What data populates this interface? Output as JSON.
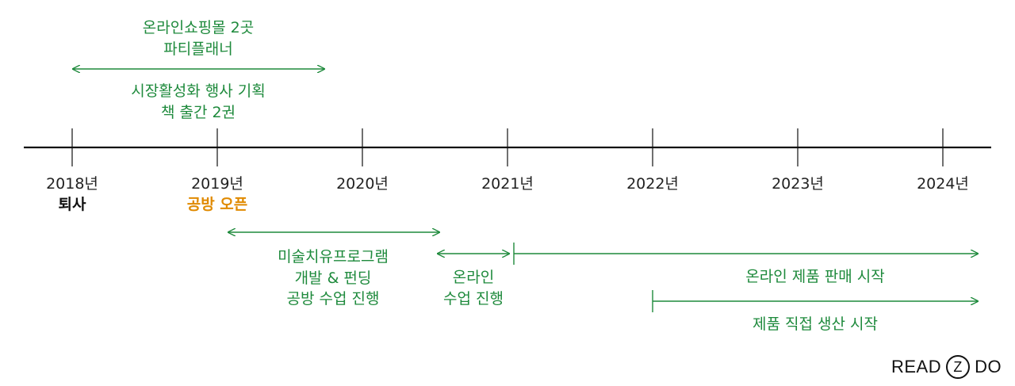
{
  "colors": {
    "accent": "#1e8a3c",
    "highlight": "#e08a00",
    "axis": "#111111"
  },
  "timeline": {
    "years": [
      "2018년",
      "2019년",
      "2020년",
      "2021년",
      "2022년",
      "2023년",
      "2024년"
    ],
    "milestones": {
      "left": "퇴사",
      "opening": "공방 오픈"
    }
  },
  "events": {
    "online_shop": {
      "line1": "온라인쇼핑몰 2곳",
      "line2": "파티플래너"
    },
    "market_event": {
      "line1": "시장활성화 행사 기획",
      "line2": "책 출간 2권"
    },
    "art_therapy": {
      "line1": "미술치유프로그램",
      "line2": "개발 & 펀딩",
      "line3": "공방 수업 진행"
    },
    "online_class": {
      "line1": "온라인",
      "line2": "수업 진행"
    },
    "online_sales": {
      "label": "온라인 제품 판매 시작"
    },
    "production": {
      "label": "제품 직접 생산 시작"
    }
  },
  "logo": {
    "left": "READ",
    "mark": "Z",
    "right": "DO"
  }
}
